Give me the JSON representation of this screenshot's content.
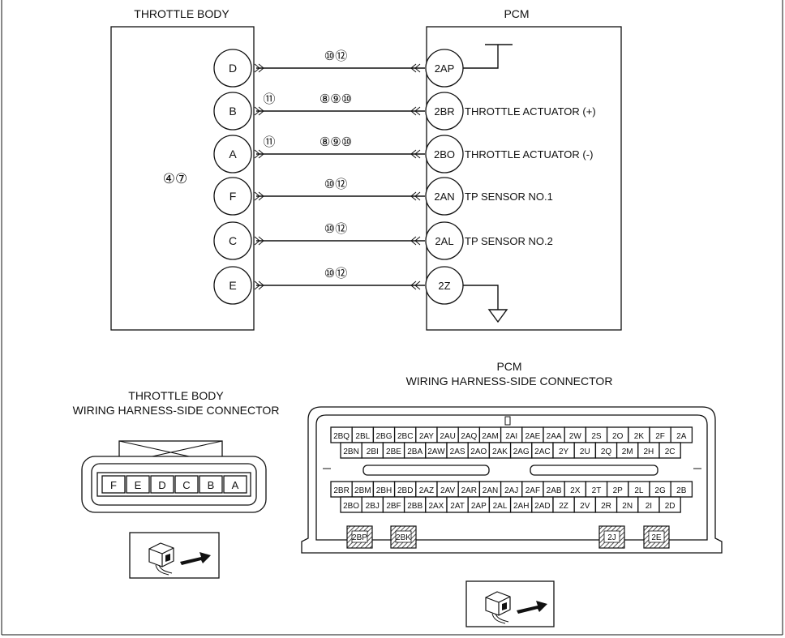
{
  "schematic": {
    "throttle_body_title": "THROTTLE BODY",
    "pcm_title": "PCM",
    "throttle_body_ref": "④⑦",
    "circuits": [
      {
        "tb_pin": "D",
        "pcm_pin": "2AP",
        "left_ref": "",
        "mid_ref": "⑩⑫",
        "signal": "",
        "terminal": "bus"
      },
      {
        "tb_pin": "B",
        "pcm_pin": "2BR",
        "left_ref": "⑪",
        "mid_ref": "⑧⑨⑩",
        "signal": "THROTTLE ACTUATOR (+)",
        "terminal": ""
      },
      {
        "tb_pin": "A",
        "pcm_pin": "2BO",
        "left_ref": "⑪",
        "mid_ref": "⑧⑨⑩",
        "signal": "THROTTLE ACTUATOR (-)",
        "terminal": ""
      },
      {
        "tb_pin": "F",
        "pcm_pin": "2AN",
        "left_ref": "",
        "mid_ref": "⑩⑫",
        "signal": "TP SENSOR NO.1",
        "terminal": ""
      },
      {
        "tb_pin": "C",
        "pcm_pin": "2AL",
        "left_ref": "",
        "mid_ref": "⑩⑫",
        "signal": "TP SENSOR NO.2",
        "terminal": ""
      },
      {
        "tb_pin": "E",
        "pcm_pin": "2Z",
        "left_ref": "",
        "mid_ref": "⑩⑫",
        "signal": "",
        "terminal": "ground"
      }
    ]
  },
  "tb_connector": {
    "title_line1": "THROTTLE BODY",
    "title_line2": "WIRING HARNESS-SIDE CONNECTOR",
    "pins": [
      "F",
      "E",
      "D",
      "C",
      "B",
      "A"
    ]
  },
  "pcm_connector": {
    "title_line1": "PCM",
    "title_line2": "WIRING HARNESS-SIDE CONNECTOR",
    "rows": [
      [
        "2BQ",
        "2BL",
        "2BG",
        "2BC",
        "2AY",
        "2AU",
        "2AQ",
        "2AM",
        "2AI",
        "2AE",
        "2AA",
        "2W",
        "2S",
        "2O",
        "2K",
        "2F",
        "2A"
      ],
      [
        "2BN",
        "2BI",
        "2BE",
        "2BA",
        "2AW",
        "2AS",
        "2AO",
        "2AK",
        "2AG",
        "2AC",
        "2Y",
        "2U",
        "2Q",
        "2M",
        "2H",
        "2C"
      ],
      [
        "2BR",
        "2BM",
        "2BH",
        "2BD",
        "2AZ",
        "2AV",
        "2AR",
        "2AN",
        "2AJ",
        "2AF",
        "2AB",
        "2X",
        "2T",
        "2P",
        "2L",
        "2G",
        "2B"
      ],
      [
        "2BO",
        "2BJ",
        "2BF",
        "2BB",
        "2AX",
        "2AT",
        "2AP",
        "2AL",
        "2AH",
        "2AD",
        "2Z",
        "2V",
        "2R",
        "2N",
        "2I",
        "2D"
      ]
    ],
    "power_pins": [
      "2BP",
      "2BK",
      "2J",
      "2E"
    ]
  },
  "icons": {
    "view_icon": "connector-view-arrow-icon",
    "ground_icon": "ground-symbol-icon"
  }
}
